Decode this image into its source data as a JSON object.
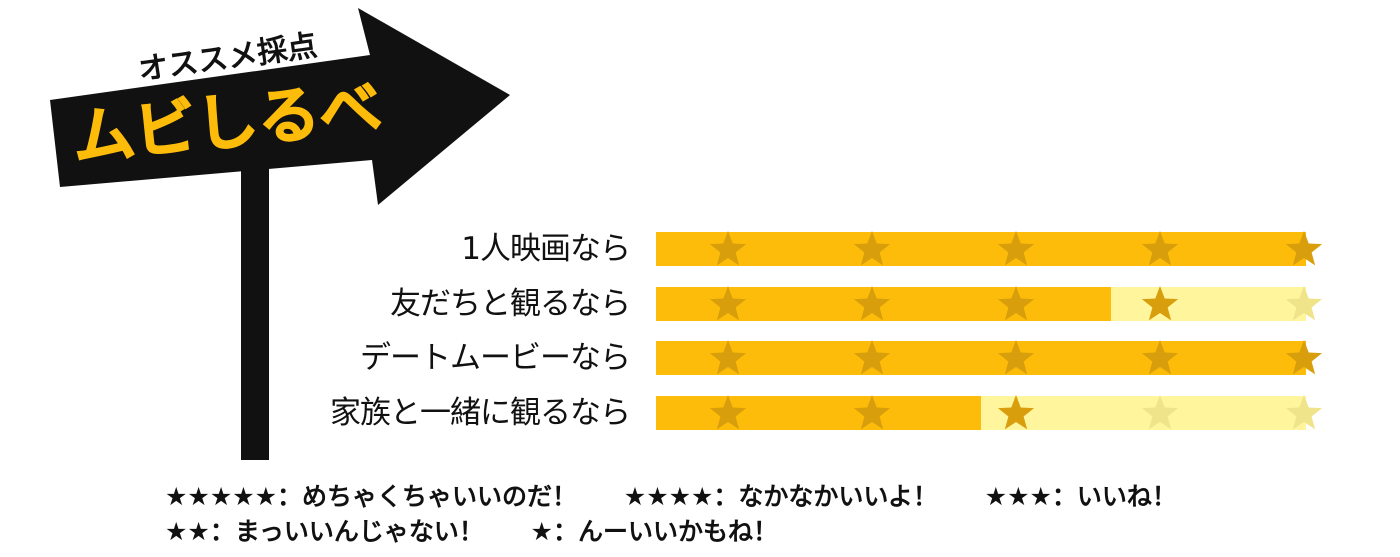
{
  "logo": {
    "tagline": "オススメ採点",
    "title": "ムビしるべ",
    "sign_color": "#111111",
    "title_color": "#fdbb0a"
  },
  "colors": {
    "filled": "#fdbb0a",
    "empty": "#fff59d",
    "star_filled": "#d89e0b",
    "star_empty": "#f0e48a"
  },
  "ratings": [
    {
      "label": "1人映画なら",
      "stars": 5
    },
    {
      "label": "友だちと観るなら",
      "stars": 3.5
    },
    {
      "label": "デートムービーなら",
      "stars": 5
    },
    {
      "label": "家族と一緒に観るなら",
      "stars": 2.5
    }
  ],
  "max_stars": 5,
  "legend": {
    "line1": [
      "★★★★★：めちゃくちゃいいのだ！",
      "★★★★：なかなかいいよ！",
      "★★★：いいね！"
    ],
    "line2": [
      "★★：まっいいんじゃない！",
      "★：んーいいかもね！"
    ]
  }
}
